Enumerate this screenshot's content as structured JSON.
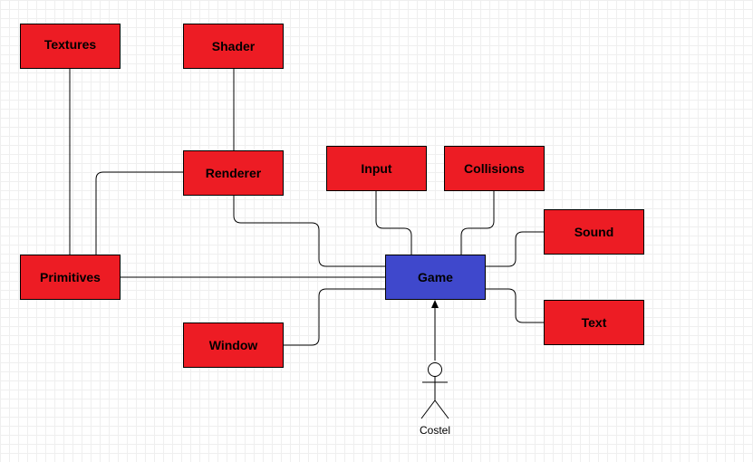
{
  "colors": {
    "component_fill": "#ed1c24",
    "core_fill": "#3f48cc",
    "edge": "#000000",
    "grid": "#efefef"
  },
  "nodes": {
    "textures": "Textures",
    "shader": "Shader",
    "renderer": "Renderer",
    "input": "Input",
    "collisions": "Collisions",
    "sound": "Sound",
    "primitives": "Primitives",
    "game": "Game",
    "window": "Window",
    "text": "Text"
  },
  "actor": {
    "name": "Costel",
    "icon": "stick-figure-actor-icon"
  }
}
